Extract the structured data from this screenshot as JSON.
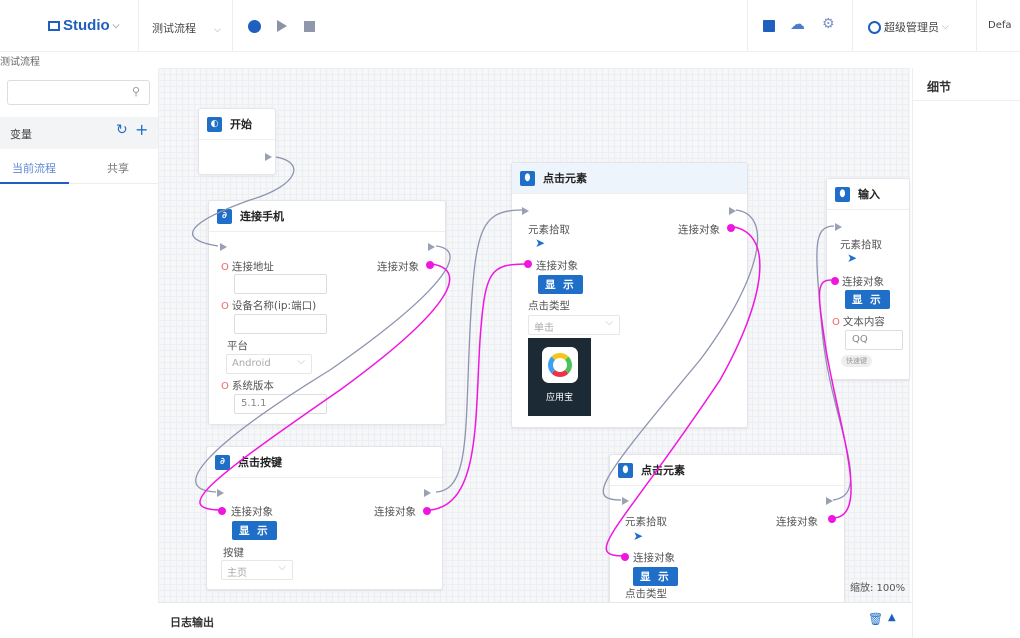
{
  "topbar": {
    "brand": "Studio",
    "flow_select": "测试流程",
    "user": "超级管理员",
    "workspace": "Defa"
  },
  "breadcrumb": "测试流程",
  "sidebar": {
    "search_placeholder": "",
    "variables_label": "变量",
    "tabs": [
      "当前流程",
      "共享"
    ]
  },
  "details_title": "细节",
  "log_title": "日志输出",
  "zoom_text": "缩放: 100%",
  "nodes": {
    "start": {
      "title": "开始"
    },
    "connect": {
      "title": "连接手机",
      "address_label": "连接地址",
      "address_value": "",
      "device_label": "设备名称(ip:端口)",
      "device_value": "",
      "platform_label": "平台",
      "platform_value": "Android",
      "version_label": "系统版本",
      "version_value": "5.1.1",
      "out_label": "连接对象"
    },
    "key": {
      "title": "点击按键",
      "conn_label": "连接对象",
      "show_label": "显 示",
      "key_label": "按键",
      "key_value": "主页",
      "out_label": "连接对象"
    },
    "click1": {
      "title": "点击元素",
      "pick_label": "元素拾取",
      "conn_label": "连接对象",
      "show_label": "显 示",
      "type_label": "点击类型",
      "type_value": "单击",
      "app_name": "应用宝",
      "out_label": "连接对象"
    },
    "click2": {
      "title": "点击元素",
      "pick_label": "元素拾取",
      "conn_label": "连接对象",
      "show_label": "显 示",
      "type_label": "点击类型",
      "out_label": "连接对象"
    },
    "input": {
      "title": "输入",
      "pick_label": "元素拾取",
      "conn_label": "连接对象",
      "show_label": "显 示",
      "text_label": "文本内容",
      "text_value": "QQ",
      "tag": "快速键"
    }
  },
  "colors": {
    "accent": "#1f6fc9",
    "wire_flow": "#8e93b0",
    "wire_data": "#f016e0"
  }
}
